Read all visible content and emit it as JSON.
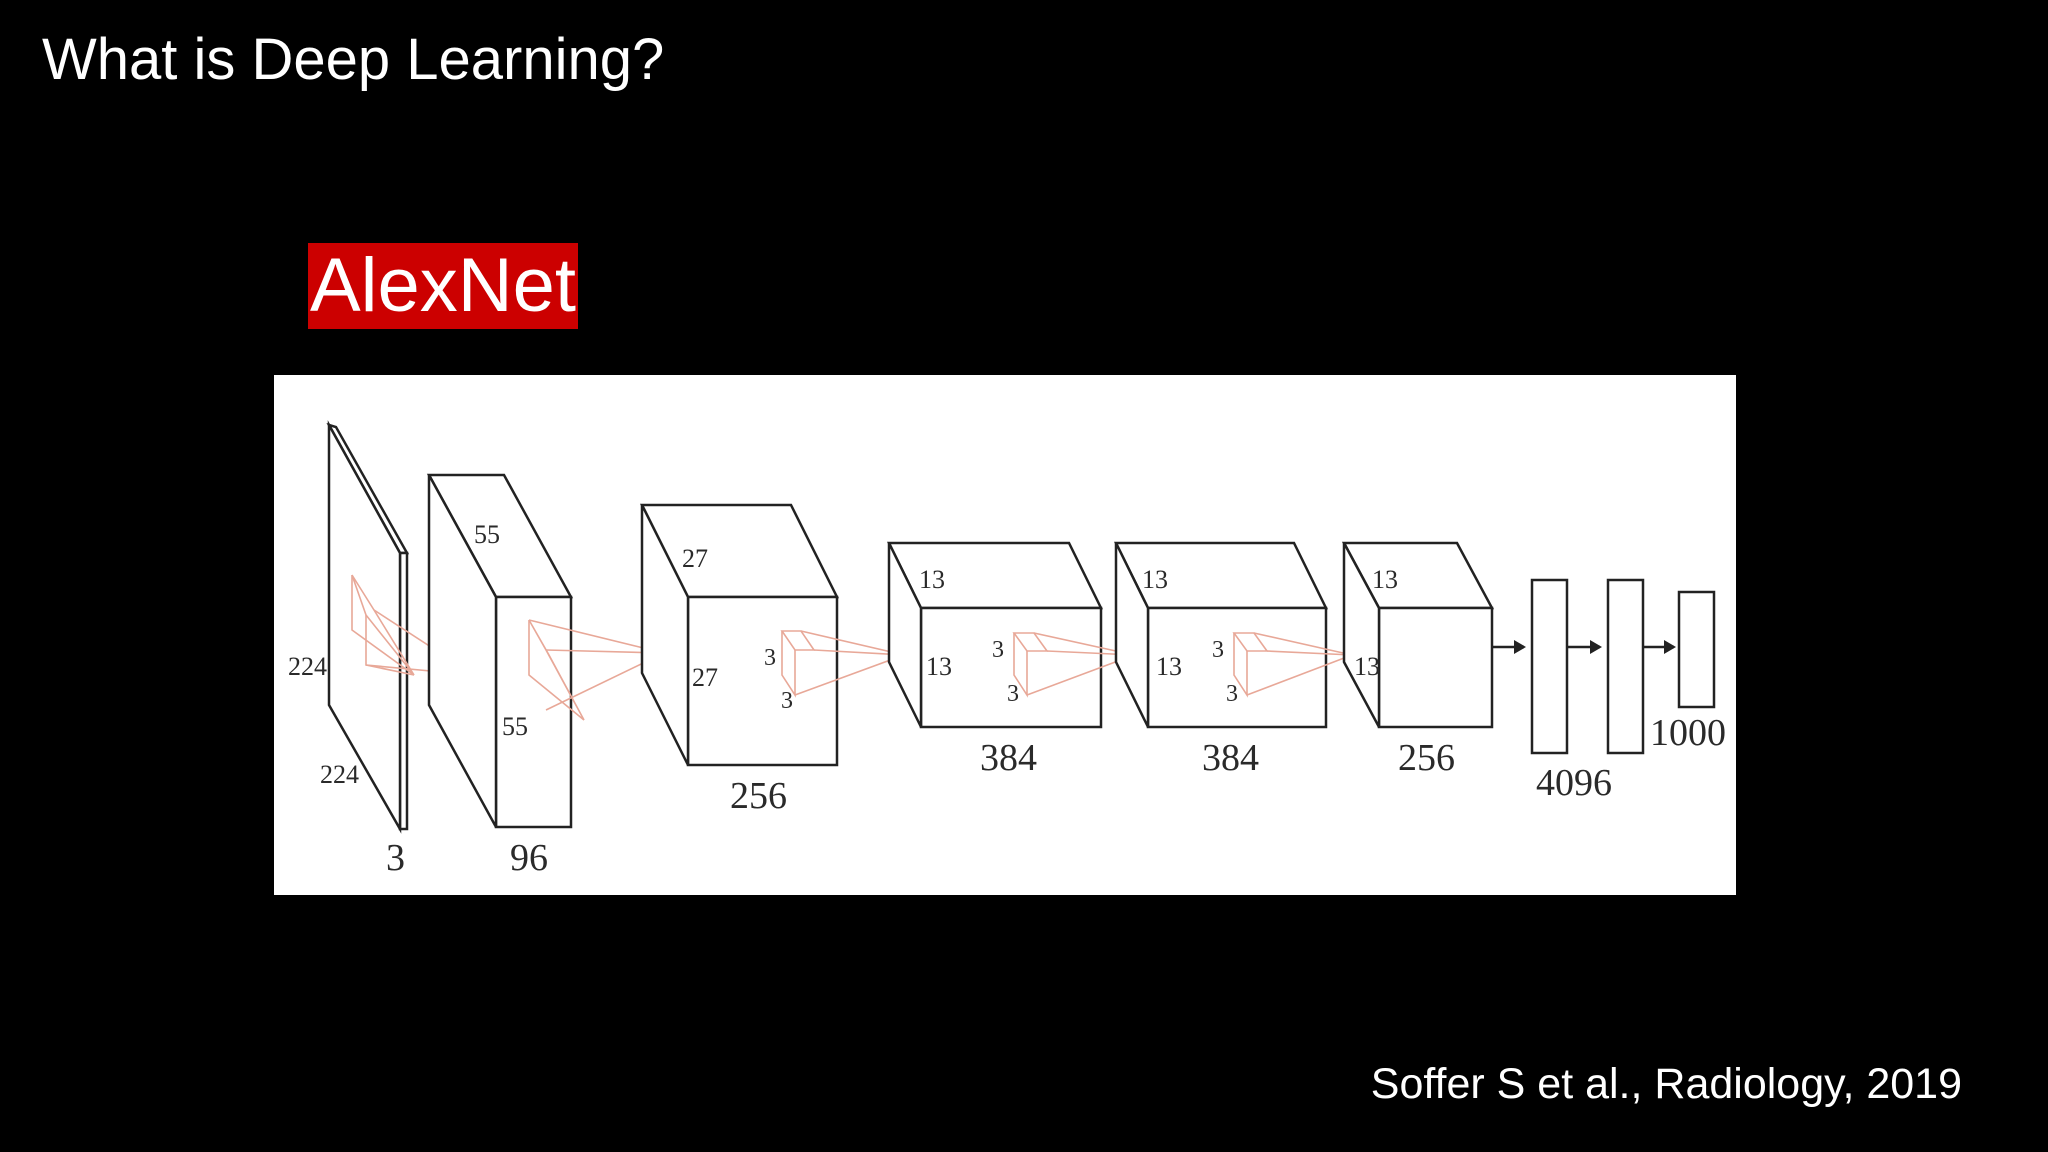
{
  "slide": {
    "title": "What is Deep Learning?",
    "label": "AlexNet",
    "citation": "Soffer S et al., Radiology, 2019"
  },
  "colors": {
    "background": "#000000",
    "label_background": "#cc0000",
    "kernel_stroke": "#e8a898"
  },
  "diagram": {
    "input": {
      "height": "224",
      "width": "224",
      "depth": "3"
    },
    "conv1": {
      "height": "55",
      "width": "55",
      "depth": "96"
    },
    "conv2": {
      "height": "27",
      "width": "27",
      "depth": "256",
      "kernel_h": "3",
      "kernel_w": "3"
    },
    "conv3": {
      "height": "13",
      "width": "13",
      "depth": "384",
      "kernel_h": "3",
      "kernel_w": "3"
    },
    "conv4": {
      "height": "13",
      "width": "13",
      "depth": "384",
      "kernel_h": "3",
      "kernel_w": "3"
    },
    "conv5": {
      "height": "13",
      "width": "13",
      "depth": "256"
    },
    "fc": {
      "size": "4096"
    },
    "output": {
      "size": "1000"
    }
  }
}
